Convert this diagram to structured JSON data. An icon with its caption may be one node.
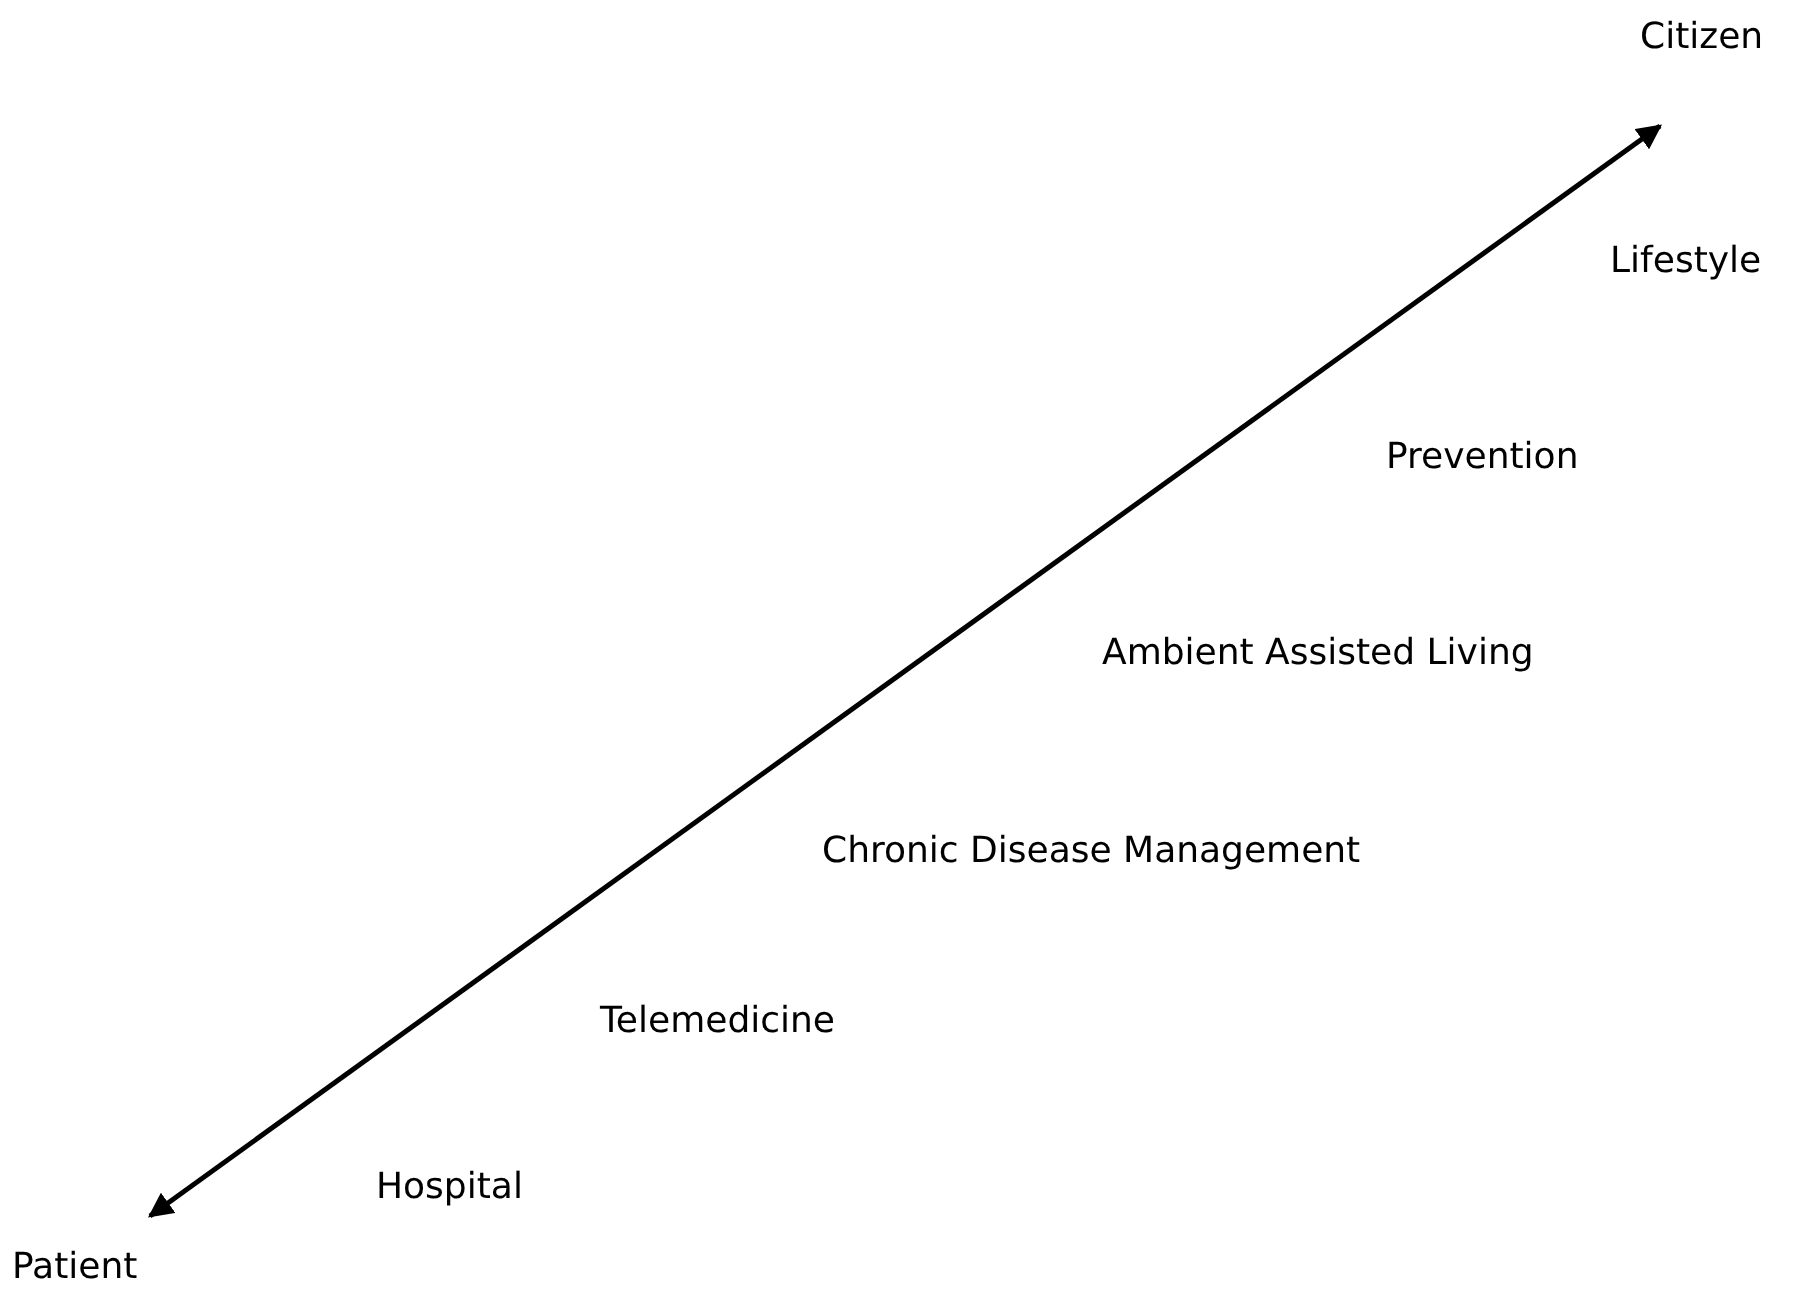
{
  "diagram": {
    "nodes": [
      {
        "text": [
          "Patient"
        ]
      },
      {
        "text": [
          "Citizen"
        ]
      }
    ],
    "edges": [
      {
        "from": 0,
        "to": 1,
        "arrow": "both"
      }
    ],
    "labels": [
      "Lifestyle",
      "Prevention",
      "Ambient Assisted Living",
      "Chronic Disease Management",
      "Telemedicine",
      "Hospital"
    ]
  }
}
